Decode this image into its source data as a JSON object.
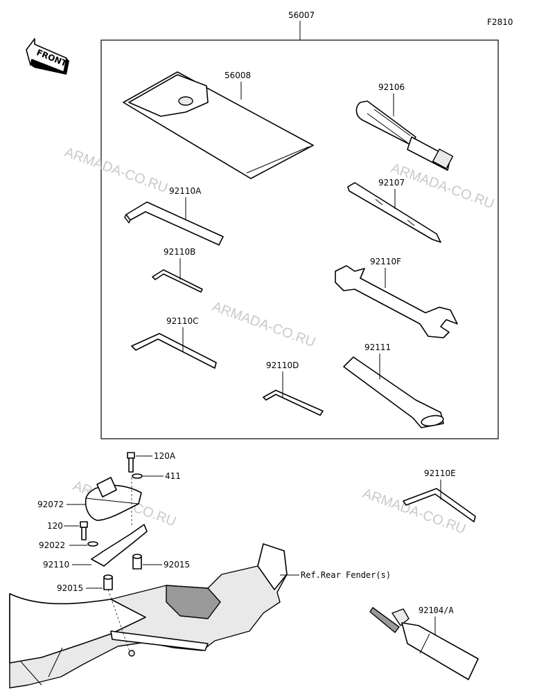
{
  "figure_code": "F2810",
  "front_arrow": "FRONT",
  "kit_label": "56007",
  "watermark": "ARMADA-CO.RU",
  "parts": {
    "p56008": "56008",
    "p92106": "92106",
    "p92110A": "92110A",
    "p92107": "92107",
    "p92110B": "92110B",
    "p92110F": "92110F",
    "p92110C": "92110C",
    "p92111": "92111",
    "p92110D": "92110D",
    "p120A": "120A",
    "p411": "411",
    "p92072": "92072",
    "p120": "120",
    "p92022": "92022",
    "p92110": "92110",
    "p92015a": "92015",
    "p92015b": "92015",
    "p92110E": "92110E",
    "p92104A": "92104/A",
    "ref_rear_fender": "Ref.Rear Fender(s)"
  }
}
